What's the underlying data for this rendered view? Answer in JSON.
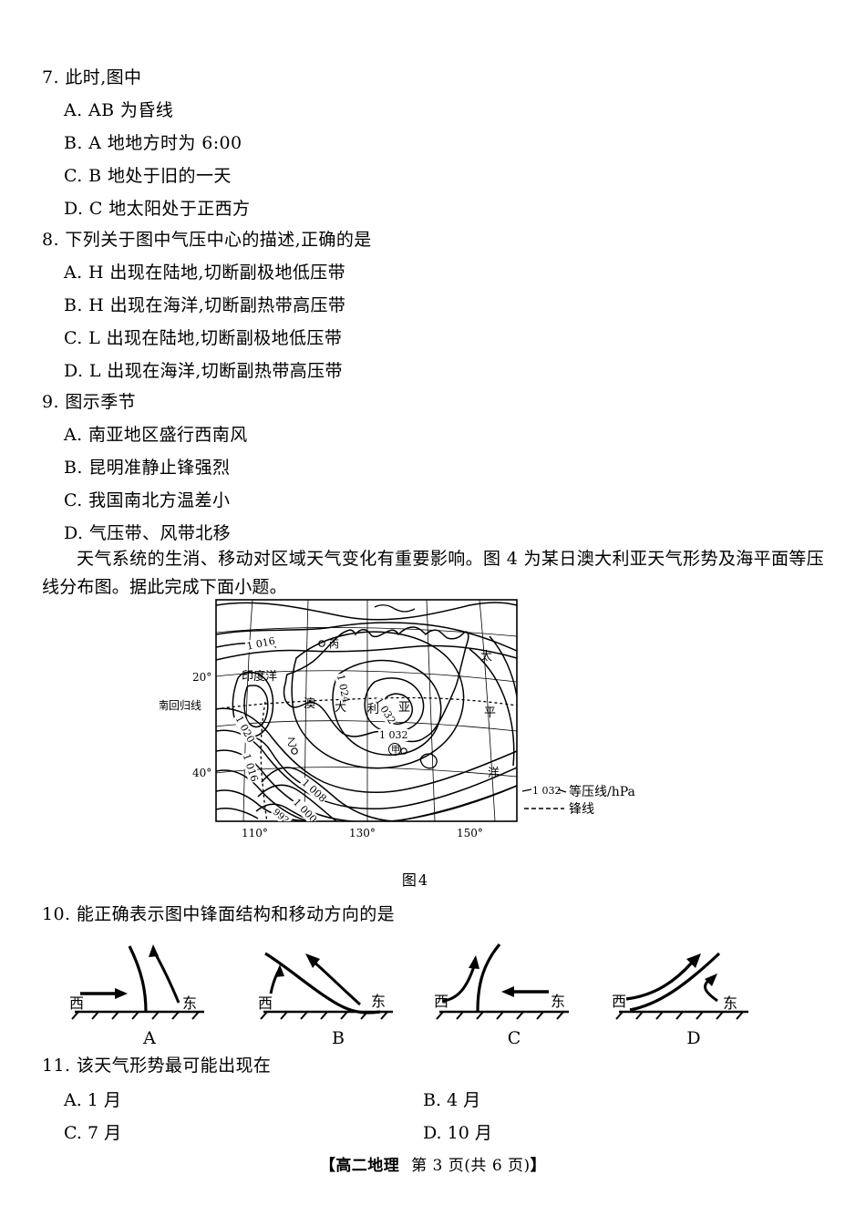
{
  "questions": [
    {
      "number": "7.",
      "stem": "此时,图中",
      "options": [
        "A. AB 为昏线",
        "B. A 地地方时为 6:00",
        "C. B 地处于旧的一天",
        "D. C 地太阳处于正西方"
      ]
    },
    {
      "number": "8.",
      "stem": "下列关于图中气压中心的描述,正确的是",
      "options": [
        "A. H 出现在陆地,切断副极地低压带",
        "B. H 出现在海洋,切断副热带高压带",
        "C. L 出现在陆地,切断副极地低压带",
        "D. L 出现在海洋,切断副热带高压带"
      ]
    },
    {
      "number": "9.",
      "stem": "图示季节",
      "options": [
        "A. 南亚地区盛行西南风",
        "B. 昆明准静止锋强烈",
        "C. 我国南北方温差小",
        "D. 气压带、风带北移"
      ]
    }
  ],
  "passage": {
    "text": "天气系统的生消、移动对区域天气变化有重要影响。图 4 为某日澳大利亚天气形势及海平面等压线分布图。据此完成下面小题。"
  },
  "figure": {
    "caption_label": "图",
    "caption_number": "4",
    "region_labels": {
      "indian_ocean": "印度洋",
      "pacific_ocean": "太平洋",
      "australia": "澳大利亚",
      "tropic_of_capricorn": "南回归线"
    },
    "point_markers": [
      "甲",
      "乙",
      "丙"
    ],
    "latitude_ticks": [
      "20°",
      "40°"
    ],
    "longitude_ticks": [
      "110°",
      "130°",
      "150°"
    ],
    "isobar_labels": [
      "1 016",
      "1 020",
      "1 024",
      "1 032",
      "1 032",
      "1 016",
      "1 008",
      "1 000",
      "992"
    ],
    "legend": {
      "isobar_value": "1 032",
      "isobar_text": "等压线/hPa",
      "front_text": "锋线"
    }
  },
  "question10": {
    "number": "10.",
    "stem": "能正确表示图中锋面结构和移动方向的是",
    "diagrams": [
      {
        "label": "A",
        "west": "西",
        "east": "东"
      },
      {
        "label": "B",
        "west": "西",
        "east": "东"
      },
      {
        "label": "C",
        "west": "西",
        "east": "东"
      },
      {
        "label": "D",
        "west": "西",
        "east": "东"
      }
    ]
  },
  "question11": {
    "number": "11.",
    "stem": "该天气形势最可能出现在",
    "options": [
      "A. 1 月",
      "B. 4 月",
      "C. 7 月",
      "D. 10 月"
    ]
  },
  "footer": {
    "open_bracket": "【",
    "subject": "高二地理",
    "page_text": "第 3 页(共 6 页)",
    "close_bracket": "】",
    "full": "【高二地理　第 3 页(共 6 页)】"
  }
}
